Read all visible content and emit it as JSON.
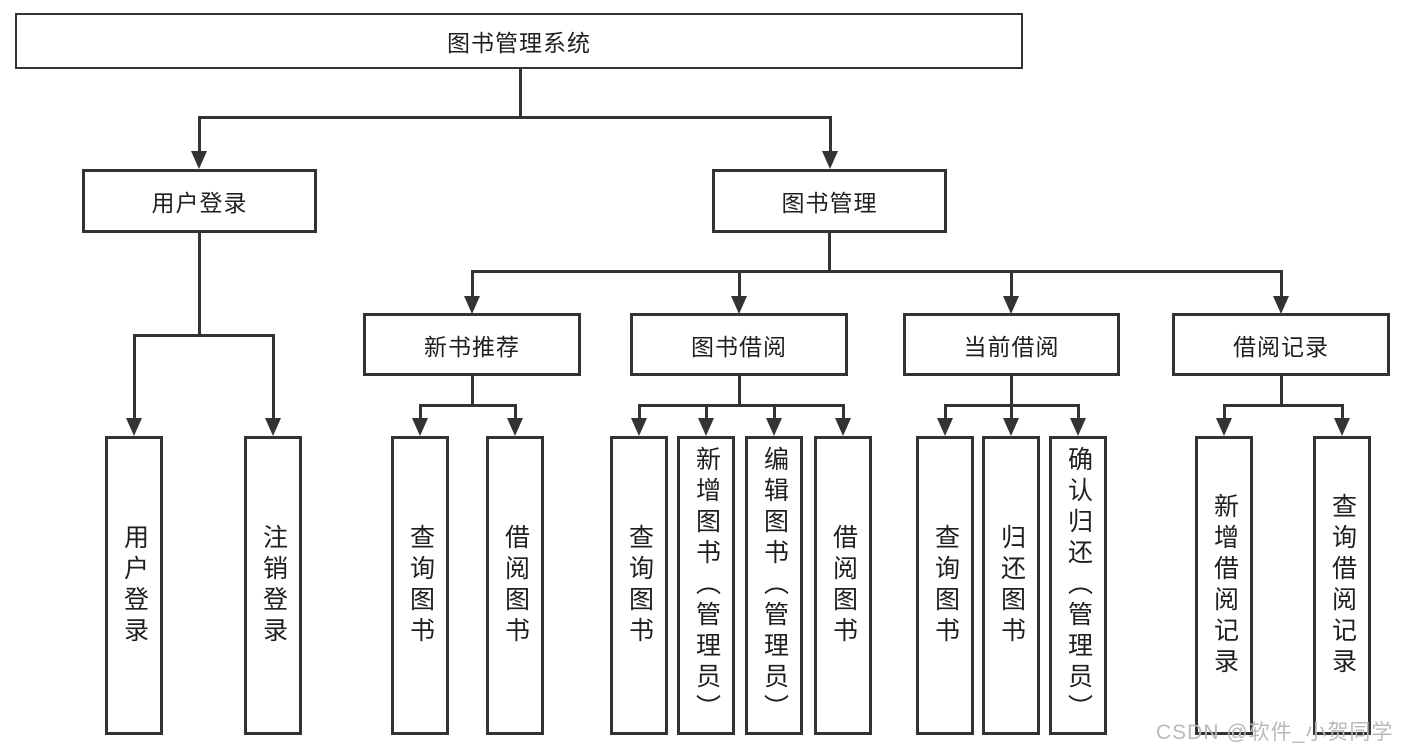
{
  "diagram": {
    "type": "tree",
    "root": {
      "label": "图书管理系统"
    },
    "level1": {
      "user_login": {
        "label": "用户登录"
      },
      "book_management": {
        "label": "图书管理"
      }
    },
    "level2": {
      "new_book_recommend": {
        "label": "新书推荐"
      },
      "book_borrowing": {
        "label": "图书借阅"
      },
      "current_borrowing": {
        "label": "当前借阅"
      },
      "borrowing_records": {
        "label": "借阅记录"
      }
    },
    "leaves": {
      "user_login": {
        "label": "用户登录"
      },
      "logout": {
        "label": "注销登录"
      },
      "query_book_recommend": {
        "label": "查询图书"
      },
      "borrow_book_recommend": {
        "label": "借阅图书"
      },
      "query_book_borrowing": {
        "label": "查询图书"
      },
      "add_book_admin": {
        "label": "新增图书（管理员）"
      },
      "edit_book_admin": {
        "label": "编辑图书（管理员）"
      },
      "borrow_book_borrowing": {
        "label": "借阅图书"
      },
      "query_book_current": {
        "label": "查询图书"
      },
      "return_book": {
        "label": "归还图书"
      },
      "confirm_return_admin": {
        "label": "确认归还（管理员）"
      },
      "add_borrow_record": {
        "label": "新增借阅记录"
      },
      "query_borrow_record": {
        "label": "查询借阅记录"
      }
    },
    "watermark": "CSDN @软件_小贺同学",
    "colors": {
      "line": "#333333",
      "text": "#1f1f1f",
      "watermark": "#b9b9b9",
      "background": "#ffffff"
    }
  }
}
